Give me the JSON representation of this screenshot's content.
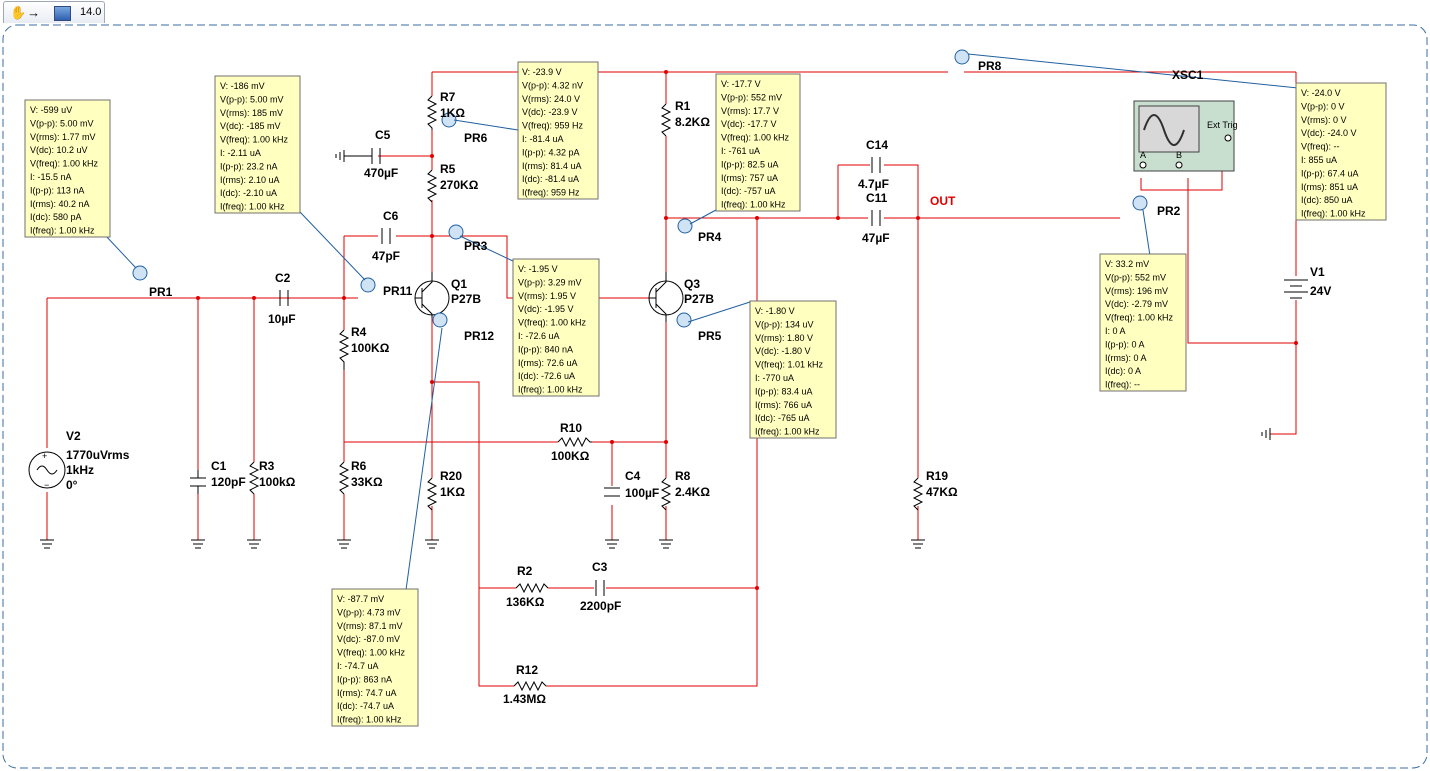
{
  "tab": {
    "label": "14.0",
    "icons": "hand → sim"
  },
  "labels": {
    "V2": "V2",
    "V2_val1": "1770uVrms",
    "V2_val2": "1kHz",
    "V2_val3": "0°",
    "C1": "C1",
    "C1_val": "120pF",
    "R3": "R3",
    "R3_val": "100kΩ",
    "PR1": "PR1",
    "C2": "C2",
    "C2_val": "10µF",
    "R4": "R4",
    "R4_val": "100KΩ",
    "R6": "R6",
    "R6_val": "33KΩ",
    "C6": "C6",
    "C6_val": "47pF",
    "PR11": "PR11",
    "C5": "C5",
    "C5_val": "470µF",
    "R7": "R7",
    "R7_val": "1KΩ",
    "PR6": "PR6",
    "R5": "R5",
    "R5_val": "270KΩ",
    "PR3": "PR3",
    "Q1": "Q1",
    "Q1_val": "P27B",
    "PR12": "PR12",
    "R20": "R20",
    "R20_val": "1KΩ",
    "R1": "R1",
    "R1_val": "8.2KΩ",
    "PR4": "PR4",
    "Q3": "Q3",
    "Q3_val": "P27B",
    "PR5": "PR5",
    "R10": "R10",
    "R10_val": "100KΩ",
    "C4": "C4",
    "C4_val": "100µF",
    "R8": "R8",
    "R8_val": "2.4KΩ",
    "C14": "C14",
    "C14_val": "4.7µF",
    "C11": "C11",
    "C11_val": "47µF",
    "OUT": "OUT",
    "R19": "R19",
    "R19_val": "47KΩ",
    "R2": "R2",
    "R2_val": "136KΩ",
    "C3": "C3",
    "C3_val": "2200pF",
    "R12": "R12",
    "R12_val": "1.43MΩ",
    "PR8": "PR8",
    "XSC1": "XSC1",
    "PR2": "PR2",
    "V1": "V1",
    "V1_val": "24V",
    "ext_trig": "Ext Trig",
    "ch_a": "A",
    "ch_b": "B"
  },
  "probes": {
    "PR1": [
      "V: -599 uV",
      "V(p-p): 5.00 mV",
      "V(rms): 1.77 mV",
      "V(dc): 10.2 uV",
      "V(freq): 1.00 kHz",
      "I: -15.5 nA",
      "I(p-p): 113 nA",
      "I(rms): 40.2 nA",
      "I(dc): 580 pA",
      "I(freq): 1.00 kHz"
    ],
    "PR11": [
      "V: -186 mV",
      "V(p-p): 5.00 mV",
      "V(rms): 185 mV",
      "V(dc): -185 mV",
      "V(freq): 1.00 kHz",
      "I: -2.11 uA",
      "I(p-p): 23.2 nA",
      "I(rms): 2.10 uA",
      "I(dc): -2.10 uA",
      "I(freq): 1.00 kHz"
    ],
    "PR6": [
      "V: -23.9 V",
      "V(p-p): 4.32 nV",
      "V(rms): 24.0 V",
      "V(dc): -23.9 V",
      "V(freq): 959 Hz",
      "I: -81.4 uA",
      "I(p-p): 4.32 pA",
      "I(rms): 81.4 uA",
      "I(dc): -81.4 uA",
      "I(freq): 959 Hz"
    ],
    "PR4": [
      "V: -17.7 V",
      "V(p-p): 552 mV",
      "V(rms): 17.7 V",
      "V(dc): -17.7 V",
      "V(freq): 1.00 kHz",
      "I: -761 uA",
      "I(p-p): 82.5 uA",
      "I(rms): 757 uA",
      "I(dc): -757 uA",
      "I(freq): 1.00 kHz"
    ],
    "PR8": [
      "V: -24.0 V",
      "V(p-p): 0 V",
      "V(rms): 0 V",
      "V(dc): -24.0 V",
      "V(freq): --",
      "I: 855 uA",
      "I(p-p): 67.4 uA",
      "I(rms): 851 uA",
      "I(dc): 850 uA",
      "I(freq): 1.00 kHz"
    ],
    "PR3": [
      "V: -1.95 V",
      "V(p-p): 3.29 mV",
      "V(rms): 1.95 V",
      "V(dc): -1.95 V",
      "V(freq): 1.00 kHz",
      "I: -72.6 uA",
      "I(p-p): 840 nA",
      "I(rms): 72.6 uA",
      "I(dc): -72.6 uA",
      "I(freq): 1.00 kHz"
    ],
    "PR5": [
      "V: -1.80 V",
      "V(p-p): 134 uV",
      "V(rms): 1.80 V",
      "V(dc): -1.80 V",
      "V(freq): 1.01 kHz",
      "I: -770 uA",
      "I(p-p): 83.4 uA",
      "I(rms): 766 uA",
      "I(dc): -765 uA",
      "I(freq): 1.00 kHz"
    ],
    "PR2": [
      "V: 33.2 mV",
      "V(p-p): 552 mV",
      "V(rms): 196 mV",
      "V(dc): -2.79 mV",
      "V(freq): 1.00 kHz",
      "I: 0 A",
      "I(p-p): 0 A",
      "I(rms): 0 A",
      "I(dc): 0 A",
      "I(freq): --"
    ],
    "PR12": [
      "V: -87.7 mV",
      "V(p-p): 4.73 mV",
      "V(rms): 87.1 mV",
      "V(dc): -87.0 mV",
      "V(freq): 1.00 kHz",
      "I: -74.7 uA",
      "I(p-p): 863 nA",
      "I(rms): 74.7 uA",
      "I(dc): -74.7 uA",
      "I(freq): 1.00 kHz"
    ]
  },
  "colors": {
    "wire": "#e00000",
    "probe_box": "#ffffc0",
    "probe_lead": "#2060a0",
    "out_label": "#e00000"
  }
}
